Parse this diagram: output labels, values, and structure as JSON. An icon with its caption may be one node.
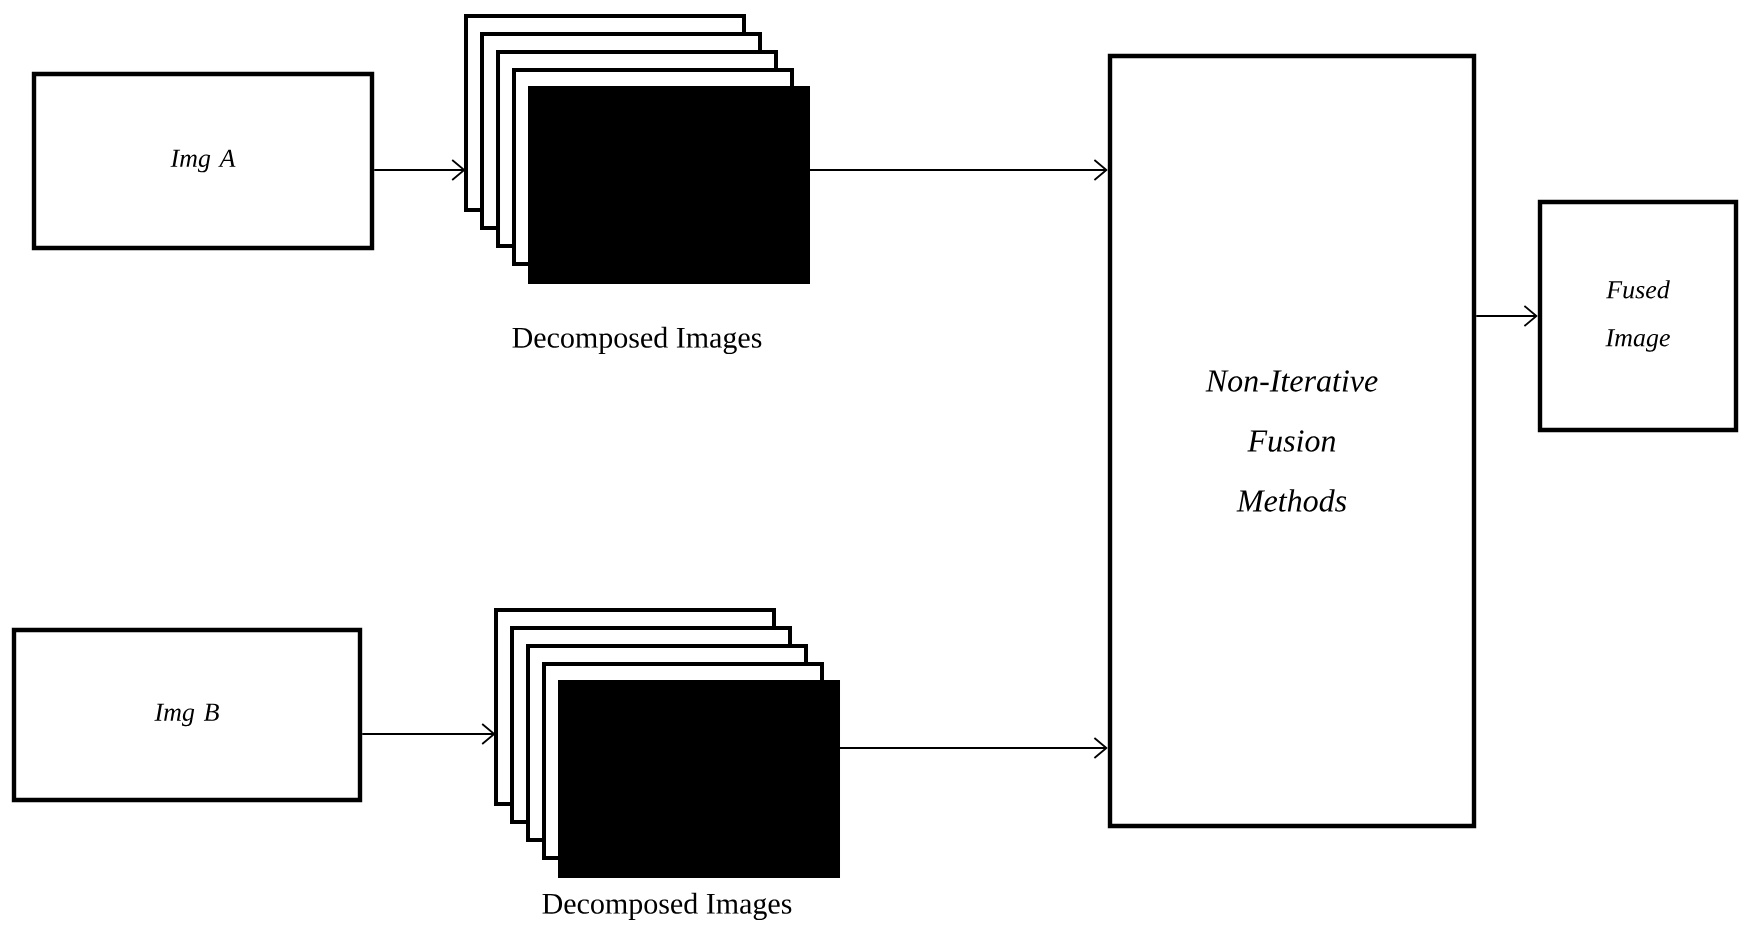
{
  "diagram": {
    "nodes": [
      {
        "text": [
          "Img A"
        ]
      },
      {
        "text": [],
        "shape": "box",
        "beside": [
          "Decomposed Images"
        ]
      },
      {
        "text": [
          "Img B"
        ]
      },
      {
        "text": [],
        "shape": "box",
        "beside": [
          "Decomposed Images"
        ]
      },
      {
        "text": [
          "Non-Iterative Fusion Methods"
        ]
      },
      {
        "text": [
          "Fused Image"
        ]
      }
    ],
    "edges": [
      {
        "from": 0,
        "to": 1,
        "arrow": "to"
      },
      {
        "from": 1,
        "to": 4,
        "arrow": "to"
      },
      {
        "from": 2,
        "to": 3,
        "arrow": "to"
      },
      {
        "from": 3,
        "to": 4,
        "arrow": "to"
      },
      {
        "from": 4,
        "to": 5,
        "arrow": "to"
      }
    ]
  }
}
